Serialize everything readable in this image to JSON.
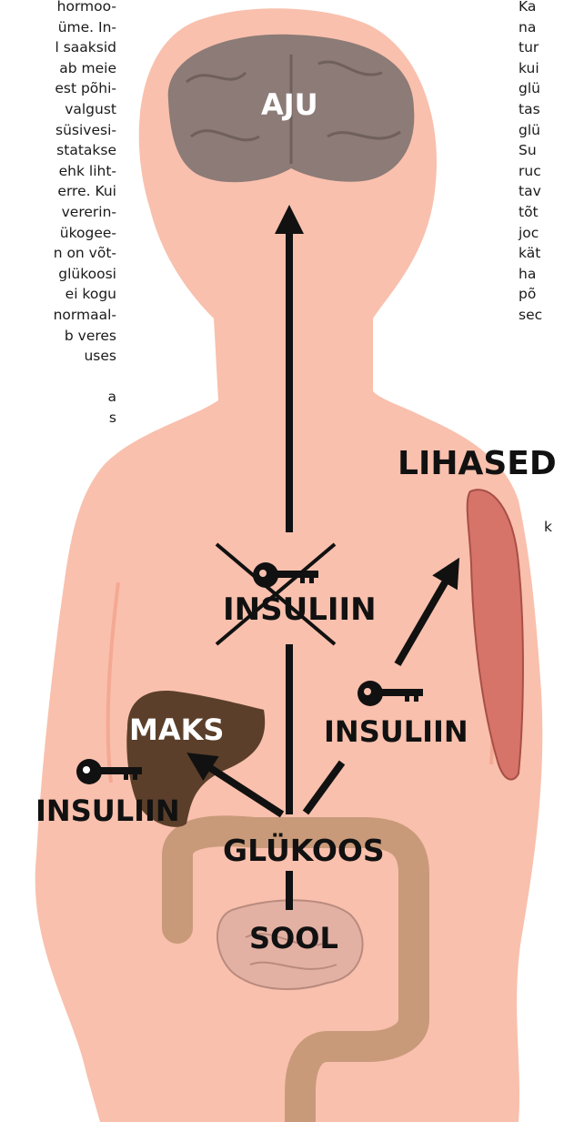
{
  "labels": {
    "brain": "AJU",
    "muscles": "LIHASED",
    "liver": "MAKS",
    "intestine": "SOOL",
    "glucose": "GLÜKOOS",
    "insulin_center": "INSULIIN",
    "insulin_right": "INSULIIN",
    "insulin_left": "INSULIIN"
  },
  "left_text_fragments": [
    "hormoo-",
    "üme. In-",
    "l saaksid",
    "ab meie",
    "est põhi-",
    "valgust",
    "süsivesi-",
    "statakse",
    "ehk liht-",
    "erre. Kui",
    "vererin-",
    "ükogee-",
    "n on võt-",
    "glükoosi",
    "ei kogu",
    "normaal-",
    "b veres",
    "uses",
    "",
    "a",
    "s"
  ],
  "right_text_fragments": [
    "Ka",
    "na",
    "tur",
    "kui",
    "glü",
    "tas",
    "glü",
    "Su",
    "ruc",
    "tav",
    "tõt",
    "joc",
    "kät",
    "ha",
    "põ",
    "sec"
  ],
  "right_stray_letter": "k",
  "colors": {
    "skin": "#f9c0ad",
    "skin_outline": "#f4a993",
    "brain": "#8c7b77",
    "liver": "#5b3f2a",
    "intestine": "#c99a7a",
    "small_intestine": "#e3b1a3",
    "muscle": "#d6746a",
    "arrow": "#111111"
  }
}
